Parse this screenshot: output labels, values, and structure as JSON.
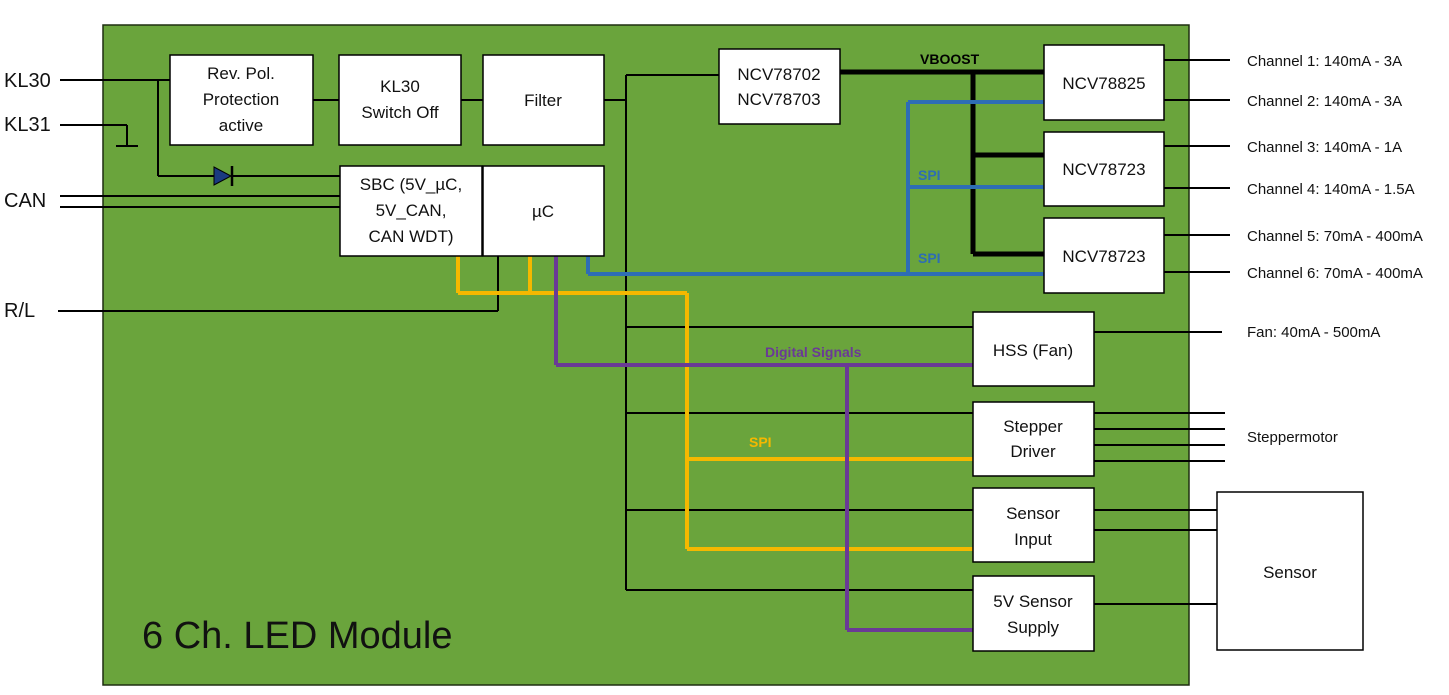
{
  "module_title": "6 Ch. LED Module",
  "inputs": {
    "kl30": "KL30",
    "kl31": "KL31",
    "can": "CAN",
    "rl": "R/L"
  },
  "blocks": {
    "rev_pol": [
      "Rev. Pol.",
      "Protection",
      "active"
    ],
    "kl30_switch": [
      "KL30",
      "Switch Off"
    ],
    "filter": [
      "Filter"
    ],
    "ncv78702": [
      "NCV78702",
      "NCV78703"
    ],
    "ncv78825": [
      "NCV78825"
    ],
    "ncv78723_a": [
      "NCV78723"
    ],
    "ncv78723_b": [
      "NCV78723"
    ],
    "sbc": [
      "SBC (5V_µC,",
      "5V_CAN,",
      "CAN WDT)"
    ],
    "uc": [
      "µC"
    ],
    "hss": [
      "HSS (Fan)"
    ],
    "stepper": [
      "Stepper",
      "Driver"
    ],
    "sensor_input": [
      "Sensor",
      "Input"
    ],
    "sensor_supply": [
      "5V Sensor",
      "Supply"
    ],
    "sensor": [
      "Sensor"
    ]
  },
  "bus_labels": {
    "vboost": "VBOOST",
    "spi_blue_1": "SPI",
    "spi_blue_2": "SPI",
    "digital_signals": "Digital Signals",
    "spi_yellow": "SPI"
  },
  "outputs": {
    "channel1": "Channel 1: 140mA - 3A",
    "channel2": "Channel 2: 140mA - 3A",
    "channel3": "Channel 3: 140mA - 1A",
    "channel4": "Channel 4: 140mA - 1.5A",
    "channel5": "Channel 5: 70mA - 400mA",
    "channel6": "Channel 6: 70mA - 400mA",
    "fan": "Fan: 40mA - 500mA",
    "stepper_motor": "Steppermotor"
  },
  "colors": {
    "board": "#6aa43c",
    "spi_blue": "#2e6db4",
    "spi_yellow": "#f5b800",
    "digital_purple": "#6a3a96"
  }
}
